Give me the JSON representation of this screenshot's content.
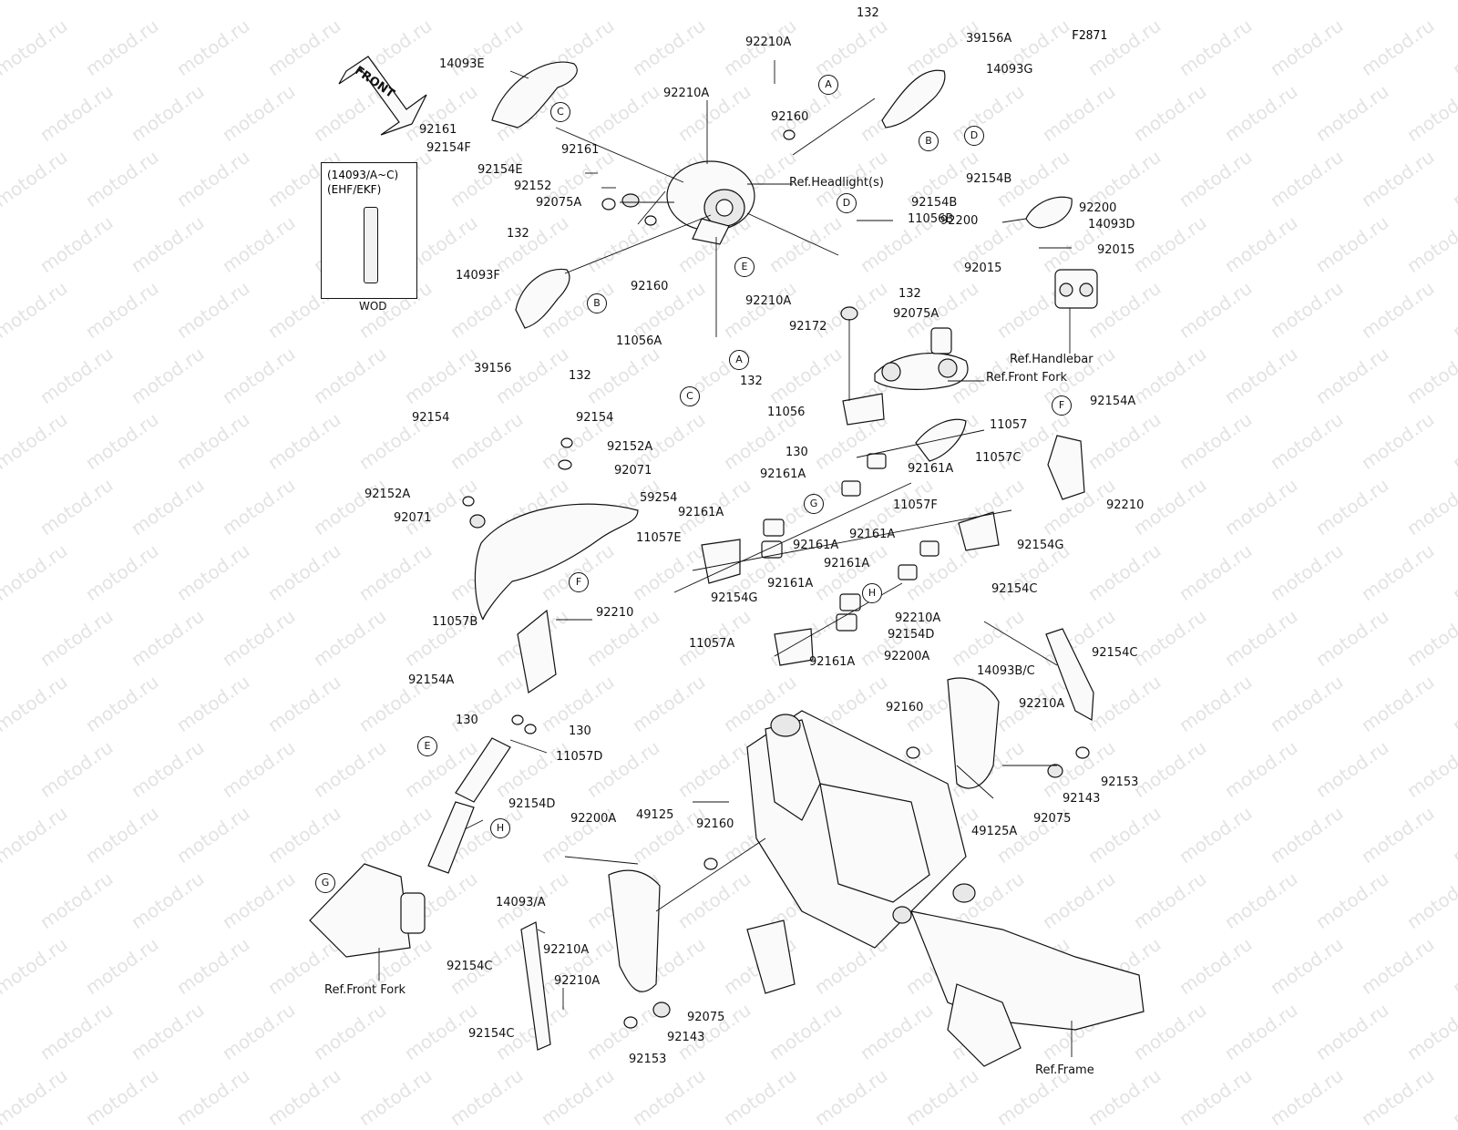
{
  "figure_code": "F2871",
  "direction_label": "FRONT",
  "watermark": "motod.ru",
  "note_box": {
    "line1": "(14093/A~C)",
    "line2": "(EHF/EKF)",
    "caption": "WOD"
  },
  "circle_letters": [
    "A",
    "B",
    "C",
    "D",
    "E",
    "F",
    "G",
    "H"
  ],
  "labels": [
    "132",
    "39156A",
    "14093G",
    "92210A",
    "14093E",
    "92210A",
    "92160",
    "92161",
    "92154F",
    "92161",
    "Ref.Headlight(s)",
    "92154E",
    "92152",
    "92075A",
    "92154B",
    "92154B",
    "92200",
    "92200",
    "14093D",
    "132",
    "92015",
    "92015",
    "14093F",
    "11056B",
    "92160",
    "92210A",
    "132",
    "92172",
    "92075A",
    "39156",
    "132",
    "11056A",
    "132",
    "Ref.Handlebar",
    "Ref.Front Fork",
    "11056",
    "92154",
    "92154",
    "92152A",
    "92071",
    "11057",
    "130",
    "92154A",
    "11057C",
    "92161A",
    "92161A",
    "92152A",
    "92071",
    "59254",
    "92161A",
    "92161A",
    "11057E",
    "11057F",
    "92210",
    "92154G",
    "92161A",
    "92161A",
    "92161A",
    "92154G",
    "11057B",
    "92210",
    "92154C",
    "11057A",
    "92161A",
    "92210A",
    "92154D",
    "92200A",
    "14093B/C",
    "92154C",
    "92154A",
    "130",
    "130",
    "11057D",
    "92160",
    "92210A",
    "92075",
    "92143",
    "92153",
    "92154D",
    "92200A",
    "49125",
    "92160",
    "49125A",
    "14093/A",
    "92210A",
    "92154C",
    "92210A",
    "Ref.Front Fork",
    "92154C",
    "92075",
    "92143",
    "92153",
    "Ref.Frame"
  ]
}
